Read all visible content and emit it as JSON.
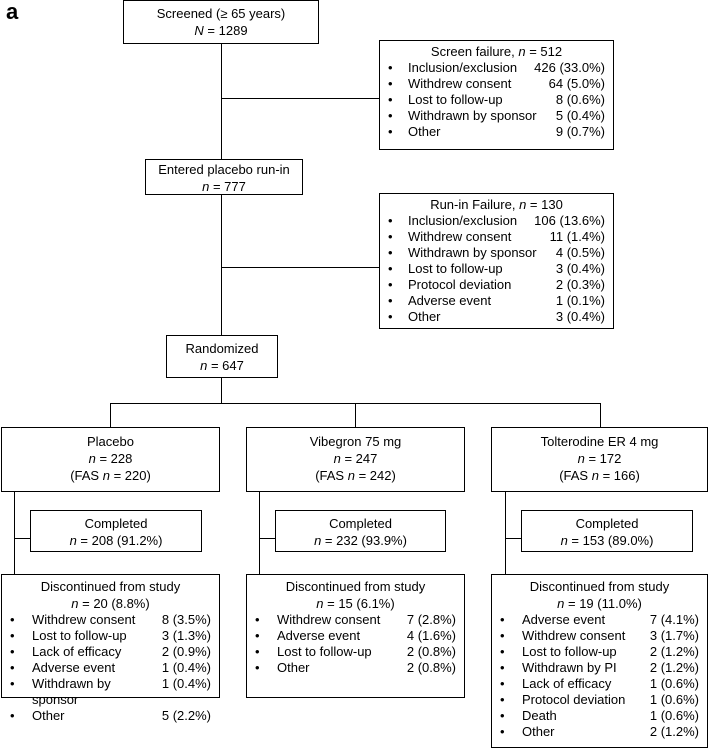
{
  "panel_letter": "a",
  "screened": {
    "label": "Screened (≥ 65 years)",
    "n_label": "N",
    "n_value": " = 1289"
  },
  "screen_failure": {
    "title": "Screen failure, ",
    "n_label": "n",
    "n_value": " = 512",
    "items": [
      {
        "bullet": "•",
        "label": "Inclusion/exclusion",
        "value": "426 (33.0%)"
      },
      {
        "bullet": "•",
        "label": "Withdrew consent",
        "value": "64 (5.0%)"
      },
      {
        "bullet": "•",
        "label": "Lost to follow-up",
        "value": "8 (0.6%)"
      },
      {
        "bullet": "•",
        "label": "Withdrawn by sponsor",
        "value": "5 (0.4%)"
      },
      {
        "bullet": "•",
        "label": "Other",
        "value": "9 (0.7%)"
      }
    ]
  },
  "run_in": {
    "label": "Entered placebo run-in",
    "n_label": "n",
    "n_value": " = 777"
  },
  "run_in_failure": {
    "title": "Run-in Failure, ",
    "n_label": "n",
    "n_value": " = 130",
    "items": [
      {
        "bullet": "•",
        "label": "Inclusion/exclusion",
        "value": "106 (13.6%)"
      },
      {
        "bullet": "•",
        "label": "Withdrew consent",
        "value": "11 (1.4%)"
      },
      {
        "bullet": "•",
        "label": "Withdrawn by sponsor",
        "value": "4 (0.5%)"
      },
      {
        "bullet": "•",
        "label": "Lost to follow-up",
        "value": "3 (0.4%)"
      },
      {
        "bullet": "•",
        "label": "Protocol deviation",
        "value": "2 (0.3%)"
      },
      {
        "bullet": "•",
        "label": "Adverse event",
        "value": "1 (0.1%)"
      },
      {
        "bullet": "•",
        "label": "Other",
        "value": "3 (0.4%)"
      }
    ]
  },
  "randomized": {
    "label": "Randomized",
    "n_label": "n",
    "n_value": " = 647"
  },
  "arms": [
    {
      "name": "Placebo",
      "n_label": "n",
      "n_value": " = 228",
      "fas_prefix": "(FAS ",
      "fas_n_label": "n",
      "fas_value": " = 220)",
      "completed": {
        "label": "Completed",
        "n_label": "n",
        "n_value": " = 208 (91.2%)"
      },
      "discontinued": {
        "title": "Discontinued from study",
        "n_label": "n",
        "n_value": " = 20 (8.8%)",
        "items": [
          {
            "bullet": "•",
            "label": "Withdrew consent",
            "value": "8 (3.5%)"
          },
          {
            "bullet": "•",
            "label": "Lost to follow-up",
            "value": "3 (1.3%)"
          },
          {
            "bullet": "•",
            "label": "Lack of efficacy",
            "value": "2 (0.9%)"
          },
          {
            "bullet": "•",
            "label": "Adverse event",
            "value": "1 (0.4%)"
          },
          {
            "bullet": "•",
            "label": "Withdrawn by",
            "label2": "sponsor",
            "value": "1 (0.4%)"
          },
          {
            "bullet": "•",
            "label": "Other",
            "value": "5 (2.2%)"
          }
        ]
      }
    },
    {
      "name": "Vibegron 75 mg",
      "n_label": "n",
      "n_value": " = 247",
      "fas_prefix": "(FAS ",
      "fas_n_label": "n",
      "fas_value": " = 242)",
      "completed": {
        "label": "Completed",
        "n_label": "n",
        "n_value": " = 232 (93.9%)"
      },
      "discontinued": {
        "title": "Discontinued from study",
        "n_label": "n",
        "n_value": " = 15 (6.1%)",
        "items": [
          {
            "bullet": "•",
            "label": "Withdrew consent",
            "value": "7 (2.8%)"
          },
          {
            "bullet": "•",
            "label": "Adverse event",
            "value": "4 (1.6%)"
          },
          {
            "bullet": "•",
            "label": "Lost to follow-up",
            "value": "2 (0.8%)"
          },
          {
            "bullet": "•",
            "label": "Other",
            "value": "2 (0.8%)"
          }
        ]
      }
    },
    {
      "name": "Tolterodine ER 4 mg",
      "n_label": "n",
      "n_value": " = 172",
      "fas_prefix": "(FAS ",
      "fas_n_label": "n",
      "fas_value": " = 166)",
      "completed": {
        "label": "Completed",
        "n_label": "n",
        "n_value": " = 153 (89.0%)"
      },
      "discontinued": {
        "title": "Discontinued from study",
        "n_label": "n",
        "n_value": " = 19 (11.0%)",
        "items": [
          {
            "bullet": "•",
            "label": "Adverse event",
            "value": "7 (4.1%)"
          },
          {
            "bullet": "•",
            "label": "Withdrew consent",
            "value": "3 (1.7%)"
          },
          {
            "bullet": "•",
            "label": "Lost to follow-up",
            "value": "2 (1.2%)"
          },
          {
            "bullet": "•",
            "label": "Withdrawn by PI",
            "value": "2 (1.2%)"
          },
          {
            "bullet": "•",
            "label": "Lack of efficacy",
            "value": "1 (0.6%)"
          },
          {
            "bullet": "•",
            "label": "Protocol deviation",
            "value": "1 (0.6%)"
          },
          {
            "bullet": "•",
            "label": "Death",
            "value": "1 (0.6%)"
          },
          {
            "bullet": "•",
            "label": "Other",
            "value": "2 (1.2%)"
          }
        ]
      }
    }
  ]
}
